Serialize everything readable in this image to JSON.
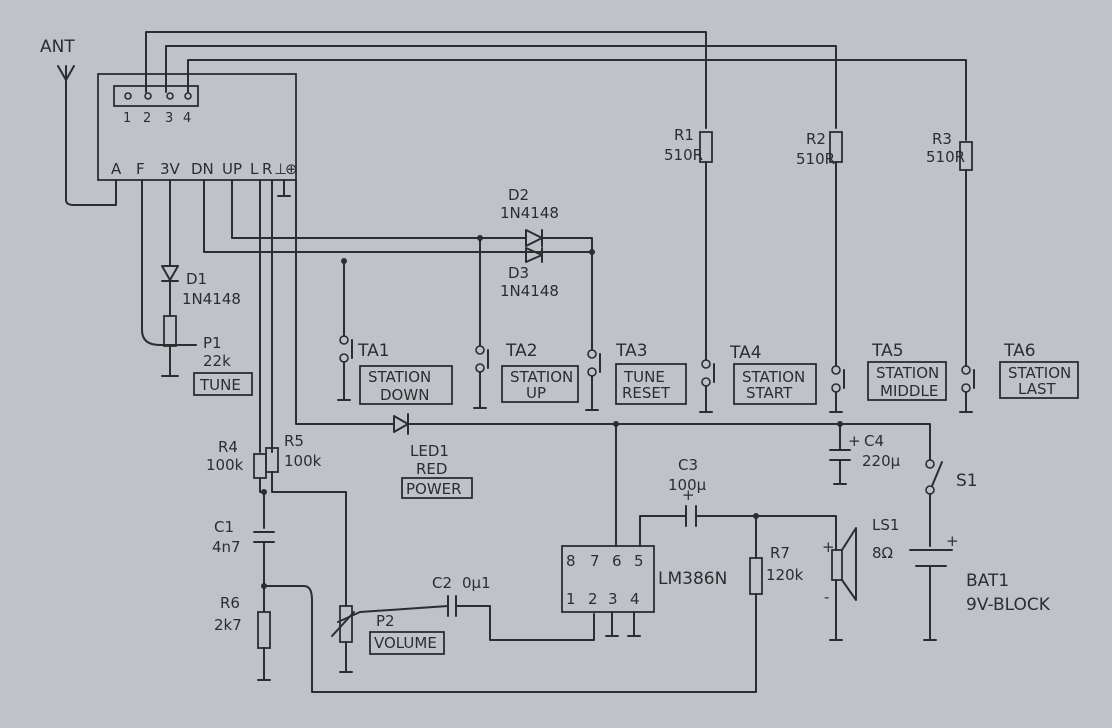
{
  "antenna": {
    "label": "ANT"
  },
  "module": {
    "pins_top": [
      "1",
      "2",
      "3",
      "4"
    ],
    "pins_bottom": [
      "A",
      "F",
      "3V",
      "DN",
      "UP",
      "L",
      "R",
      "⊥",
      "⊕"
    ]
  },
  "diodes": {
    "d1": {
      "ref": "D1",
      "value": "1N4148"
    },
    "d2": {
      "ref": "D2",
      "value": "1N4148"
    },
    "d3": {
      "ref": "D3",
      "value": "1N4148"
    }
  },
  "pot_tune": {
    "ref": "P1",
    "value": "22k",
    "function": "TUNE"
  },
  "pot_volume": {
    "ref": "P2",
    "function": "VOLUME"
  },
  "buttons": [
    {
      "ref": "TA1",
      "line1": "STATION",
      "line2": "DOWN"
    },
    {
      "ref": "TA2",
      "line1": "STATION",
      "line2": "UP"
    },
    {
      "ref": "TA3",
      "line1": "TUNE",
      "line2": "RESET"
    },
    {
      "ref": "TA4",
      "line1": "STATION",
      "line2": "START"
    },
    {
      "ref": "TA5",
      "line1": "STATION",
      "line2": "MIDDLE"
    },
    {
      "ref": "TA6",
      "line1": "STATION",
      "line2": "LAST"
    }
  ],
  "resistors": {
    "r1": {
      "ref": "R1",
      "value": "510R"
    },
    "r2": {
      "ref": "R2",
      "value": "510R"
    },
    "r3": {
      "ref": "R3",
      "value": "510R"
    },
    "r4": {
      "ref": "R4",
      "value": "100k"
    },
    "r5": {
      "ref": "R5",
      "value": "100k"
    },
    "r6": {
      "ref": "R6",
      "value": "2k7"
    },
    "r7": {
      "ref": "R7",
      "value": "120k"
    }
  },
  "capacitors": {
    "c1": {
      "ref": "C1",
      "value": "4n7"
    },
    "c2": {
      "ref": "C2",
      "value": "0µ1"
    },
    "c3": {
      "ref": "C3",
      "value": "100µ"
    },
    "c4": {
      "ref": "C4",
      "value": "220µ"
    }
  },
  "led": {
    "ref": "LED1",
    "color": "RED",
    "function": "POWER"
  },
  "ic": {
    "name": "LM386N",
    "pins_top": [
      "8",
      "7",
      "6",
      "5"
    ],
    "pins_bottom": [
      "1",
      "2",
      "3",
      "4"
    ]
  },
  "speaker": {
    "ref": "LS1",
    "value": "8Ω"
  },
  "switch": {
    "ref": "S1"
  },
  "battery": {
    "ref": "BAT1",
    "value": "9V-BLOCK"
  },
  "polarity": {
    "plus": "+",
    "minus": "-"
  }
}
